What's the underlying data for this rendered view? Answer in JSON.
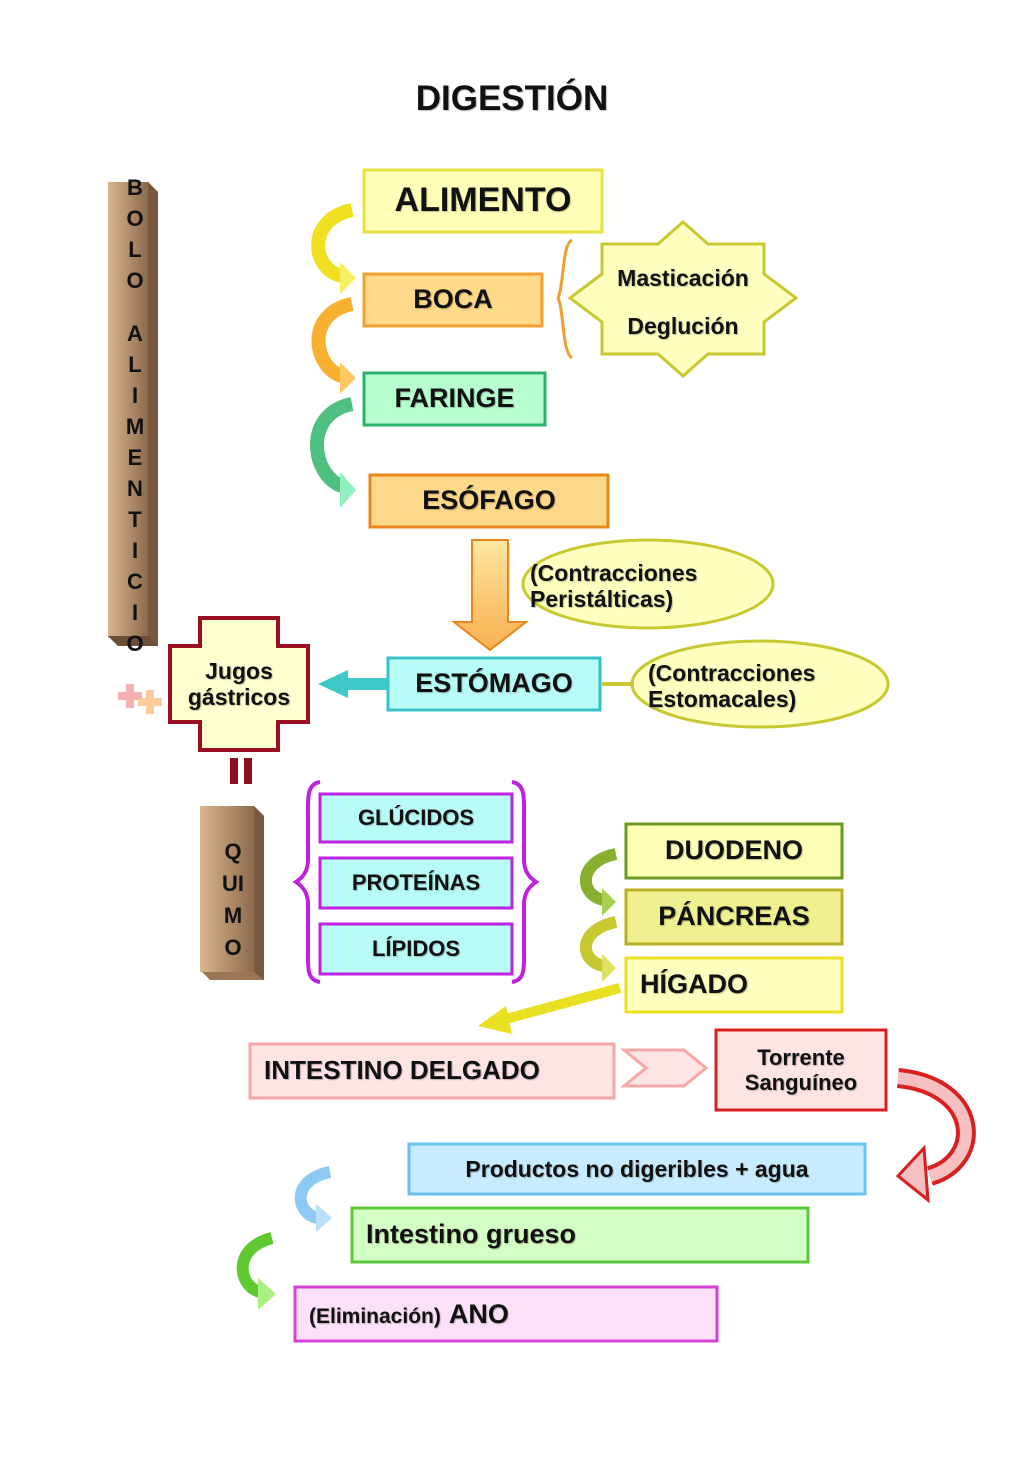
{
  "title": "DIGESTIÓN",
  "bolo_letters": [
    "B",
    "O",
    "L",
    "O",
    "",
    "A",
    "L",
    "I",
    "M",
    "E",
    "N",
    "T",
    "I",
    "C",
    "I",
    "O"
  ],
  "quimo_letters": [
    "Q",
    "UI",
    "M",
    "O"
  ],
  "nodes": {
    "alimento": "ALIMENTO",
    "boca": "BOCA",
    "faringe": "FARINGE",
    "esofago": "ESÓFAGO",
    "estomago": "ESTÓMAGO",
    "jugos": [
      "Jugos",
      "gástricos"
    ],
    "glucidos": "GLÚCIDOS",
    "proteinas": "PROTEÍNAS",
    "lipidos": "LÍPIDOS",
    "duodeno": "DUODENO",
    "pancreas": "PÁNCREAS",
    "higado": "HÍGADO",
    "intestino_delgado": "INTESTINO DELGADO",
    "torrente": [
      "Torrente",
      "Sanguíneo"
    ],
    "productos": "Productos no digeribles + agua",
    "intestino_grueso": "Intestino grueso",
    "ano_prefix": "(Eliminación)",
    "ano": "ANO"
  },
  "annotations": {
    "masticacion": "Masticación",
    "deglucion": "Deglución",
    "peristalticas": [
      "(Contracciones",
      "Peristálticas)"
    ],
    "estomacales": [
      "(Contracciones",
      "Estomacales)"
    ]
  },
  "colors": {
    "yellow_fill": "#ffffb8",
    "yellow_stroke": "#e8e83a",
    "orange_fill": "#ffd98a",
    "orange_stroke": "#e8871e",
    "green_fill": "#b8ffd0",
    "green_stroke": "#2ab36a",
    "cyan_fill": "#b8fcf8",
    "cyan_stroke": "#36c3c8",
    "magenta_stroke": "#c020e0",
    "maroon": "#9b1020",
    "olive_stroke": "#8aa020",
    "pink_fill": "#ffe4e4",
    "pink_stroke": "#f4a7a7",
    "red_stroke": "#d92020",
    "blue_fill": "#c8ecff",
    "blue_stroke": "#6cc0f0",
    "lime_fill": "#d4ffc4",
    "lime_stroke": "#5cc83c",
    "ano_fill": "#ffe0fa",
    "ano_stroke": "#d642d6"
  },
  "icons": [
    "plus-icon",
    "equals-icon",
    "curved-arrow-icon",
    "down-arrow-icon",
    "left-arrow-icon",
    "chevron-arrow-icon"
  ]
}
